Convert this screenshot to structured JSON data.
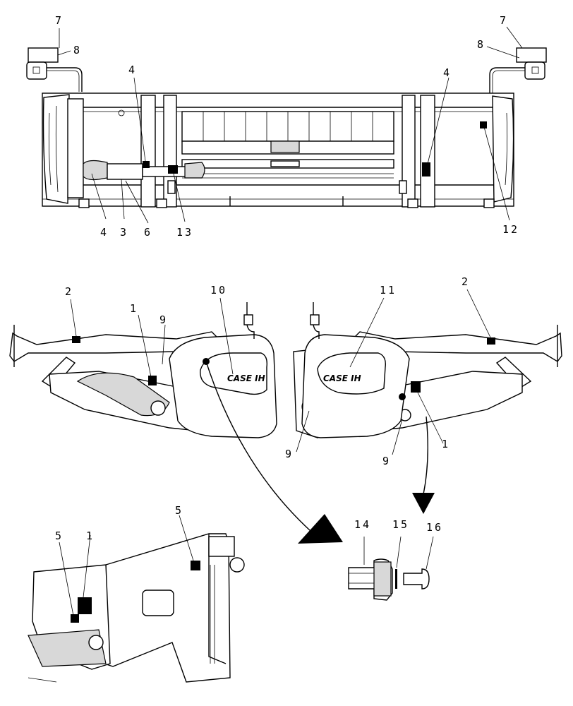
{
  "callouts": {
    "top_left_7": "7",
    "top_left_8": "8",
    "top_right_7": "7",
    "top_right_8": "8",
    "top_left_4_upper": "4",
    "top_right_4": "4",
    "bottom_4": "4",
    "bottom_3": "3",
    "bottom_6": "6",
    "bottom_13": "13",
    "bottom_12": "12",
    "mid_left_2": "2",
    "mid_left_1": "1",
    "mid_left_9": "9",
    "mid_10": "10",
    "mid_11": "11",
    "mid_right_2": "2",
    "mid_right_9_left": "9",
    "mid_right_9_bottom": "9",
    "mid_right_1": "1",
    "detail_5_left": "5",
    "detail_1": "1",
    "detail_5_top": "5",
    "hw_14": "14",
    "hw_15": "15",
    "hw_16": "16"
  },
  "logos": {
    "left_shield": "CASE IH",
    "right_shield": "CASE IH"
  }
}
